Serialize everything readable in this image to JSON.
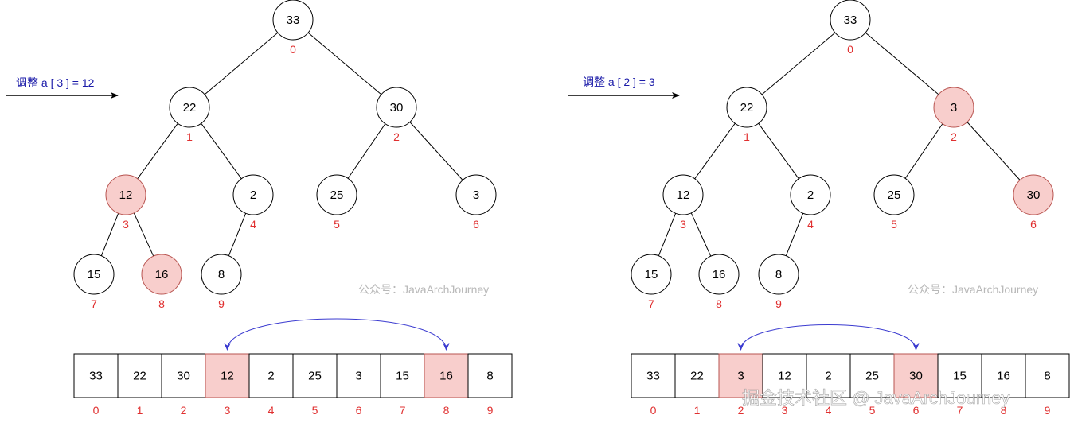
{
  "colors": {
    "highlight": "#f8cecc",
    "highlight_stroke": "#b85450",
    "index": "#e03030",
    "arrow_blue": "#3b3bd0",
    "caption": "#1a1aa8",
    "watermark": "#b8b8b8"
  },
  "panels": [
    {
      "caption": "调整 a [ 3 ] = 12",
      "watermark": "公众号：JavaArchJourney",
      "nodes": [
        {
          "index": "0",
          "value": "33",
          "highlight": false
        },
        {
          "index": "1",
          "value": "22",
          "highlight": false
        },
        {
          "index": "2",
          "value": "30",
          "highlight": false
        },
        {
          "index": "3",
          "value": "12",
          "highlight": true
        },
        {
          "index": "4",
          "value": "2",
          "highlight": false
        },
        {
          "index": "5",
          "value": "25",
          "highlight": false
        },
        {
          "index": "6",
          "value": "3",
          "highlight": false
        },
        {
          "index": "7",
          "value": "15",
          "highlight": false
        },
        {
          "index": "8",
          "value": "16",
          "highlight": true
        },
        {
          "index": "9",
          "value": "8",
          "highlight": false
        }
      ],
      "array": [
        {
          "index": "0",
          "value": "33",
          "highlight": false
        },
        {
          "index": "1",
          "value": "22",
          "highlight": false
        },
        {
          "index": "2",
          "value": "30",
          "highlight": false
        },
        {
          "index": "3",
          "value": "12",
          "highlight": true
        },
        {
          "index": "4",
          "value": "2",
          "highlight": false
        },
        {
          "index": "5",
          "value": "25",
          "highlight": false
        },
        {
          "index": "6",
          "value": "3",
          "highlight": false
        },
        {
          "index": "7",
          "value": "15",
          "highlight": false
        },
        {
          "index": "8",
          "value": "16",
          "highlight": true
        },
        {
          "index": "9",
          "value": "8",
          "highlight": false
        }
      ],
      "swap": [
        3,
        8
      ]
    },
    {
      "caption": "调整 a [ 2 ] = 3",
      "watermark": "公众号：JavaArchJourney",
      "nodes": [
        {
          "index": "0",
          "value": "33",
          "highlight": false
        },
        {
          "index": "1",
          "value": "22",
          "highlight": false
        },
        {
          "index": "2",
          "value": "3",
          "highlight": true
        },
        {
          "index": "3",
          "value": "12",
          "highlight": false
        },
        {
          "index": "4",
          "value": "2",
          "highlight": false
        },
        {
          "index": "5",
          "value": "25",
          "highlight": false
        },
        {
          "index": "6",
          "value": "30",
          "highlight": true
        },
        {
          "index": "7",
          "value": "15",
          "highlight": false
        },
        {
          "index": "8",
          "value": "16",
          "highlight": false
        },
        {
          "index": "9",
          "value": "8",
          "highlight": false
        }
      ],
      "array": [
        {
          "index": "0",
          "value": "33",
          "highlight": false
        },
        {
          "index": "1",
          "value": "22",
          "highlight": false
        },
        {
          "index": "2",
          "value": "3",
          "highlight": true
        },
        {
          "index": "3",
          "value": "12",
          "highlight": false
        },
        {
          "index": "4",
          "value": "2",
          "highlight": false
        },
        {
          "index": "5",
          "value": "25",
          "highlight": false
        },
        {
          "index": "6",
          "value": "30",
          "highlight": true
        },
        {
          "index": "7",
          "value": "15",
          "highlight": false
        },
        {
          "index": "8",
          "value": "16",
          "highlight": false
        },
        {
          "index": "9",
          "value": "8",
          "highlight": false
        }
      ],
      "swap": [
        2,
        6
      ]
    }
  ],
  "site_watermark": "掘金技术社区 @ JavaArchJourney"
}
